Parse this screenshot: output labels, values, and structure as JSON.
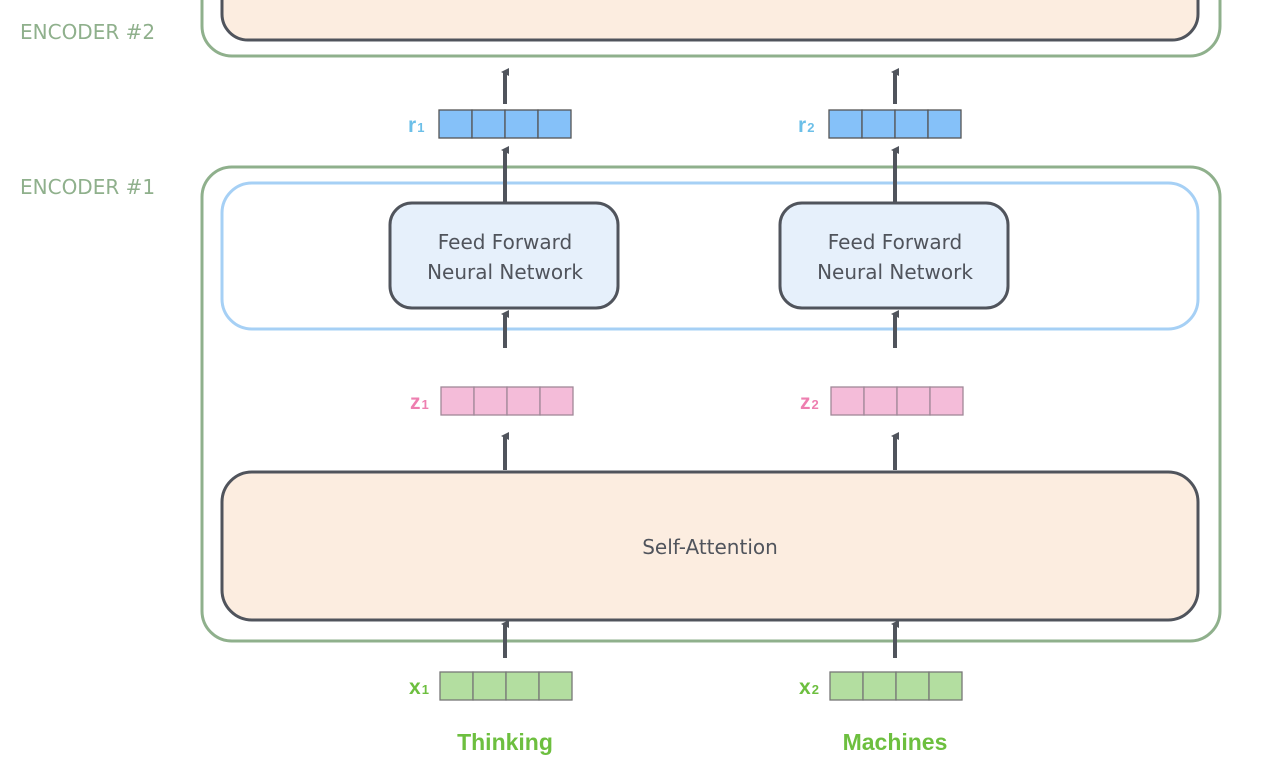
{
  "encoders": [
    {
      "label": "ENCODER #2"
    },
    {
      "label": "ENCODER #1",
      "ffn_label_line1": "Feed Forward",
      "ffn_label_line2": "Neural Network",
      "attention_label": "Self-Attention"
    }
  ],
  "vectors": {
    "r": {
      "symbol": "r",
      "subscripts": [
        "1",
        "2"
      ],
      "color": "#6cbfe8",
      "fill": "#85c1f9"
    },
    "z": {
      "symbol": "z",
      "subscripts": [
        "1",
        "2"
      ],
      "color": "#ee7fb0",
      "fill": "#f4bcd9"
    },
    "x": {
      "symbol": "x",
      "subscripts": [
        "1",
        "2"
      ],
      "color": "#6dbf3f",
      "fill": "#b3dea0"
    }
  },
  "words": [
    "Thinking",
    "Machines"
  ],
  "colors": {
    "encoder_border": "#8fb08c",
    "ffn_group_border": "#a6d0f5",
    "ffn_fill": "#e6f0fb",
    "attention_fill": "#fcede0",
    "arrow": "#50545c"
  }
}
